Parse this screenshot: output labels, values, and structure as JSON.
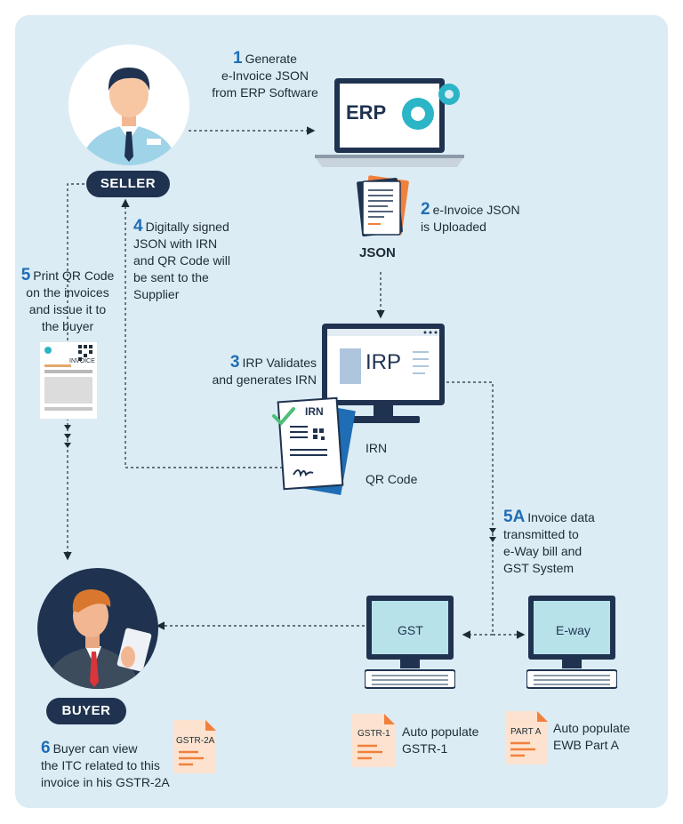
{
  "steps": {
    "s1": {
      "num": "1",
      "line1": "Generate",
      "line2": "e-Invoice JSON",
      "line3": "from ERP Software"
    },
    "s2": {
      "num": "2",
      "line1": "e-Invoice JSON",
      "line2": "is Uploaded"
    },
    "s3": {
      "num": "3",
      "line1": "IRP Validates",
      "line2": "and generates IRN"
    },
    "s4": {
      "num": "4",
      "line1": "Digitally signed",
      "line2": "JSON with IRN",
      "line3": "and QR Code will",
      "line4": "be sent to the",
      "line5": "Supplier"
    },
    "s5": {
      "num": "5",
      "line1": "Print QR Code",
      "line2": "on the invoices",
      "line3": "and issue it to",
      "line4": "the buyer"
    },
    "s5a": {
      "num": "5A",
      "line1": "Invoice data",
      "line2": "transmitted to",
      "line3": "e-Way bill and",
      "line4": "GST System"
    },
    "s6": {
      "num": "6",
      "line1": "Buyer can view",
      "line2": "the ITC related to this",
      "line3": "invoice in his GSTR-2A"
    }
  },
  "actors": {
    "seller": "SELLER",
    "buyer": "BUYER"
  },
  "screens": {
    "erp": "ERP",
    "irp": "IRP",
    "gst": "GST",
    "eway": "E-way"
  },
  "docs": {
    "json_label": "JSON",
    "irn_card_title": "IRN",
    "irn_label": "IRN",
    "qr_label": "QR Code",
    "invoice_label": "INVOICE",
    "gstr2a": "GSTR-2A",
    "gstr1": "GSTR-1",
    "parta": "PART A"
  },
  "outputs": {
    "gstr1_line1": "Auto populate",
    "gstr1_line2": "GSTR-1",
    "ewb_line1": "Auto populate",
    "ewb_line2": "EWB Part A"
  },
  "colors": {
    "panel": "#dcecf4",
    "navy": "#1f3350",
    "step_blue": "#1f6db5",
    "teal": "#2bb5c7",
    "monitor": "#1f3350",
    "doc_orange": "#f0803c"
  }
}
